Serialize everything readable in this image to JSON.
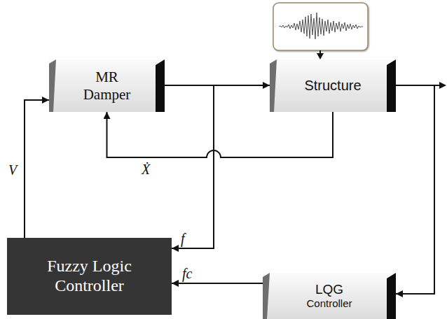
{
  "diagram": {
    "nodes": [
      {
        "text": [
          "MR Damper"
        ]
      },
      {
        "text": [
          "Structure"
        ]
      },
      {
        "text": [
          "Fuzzy Logic Controller"
        ]
      },
      {
        "text": [
          "LQG",
          "Controller"
        ]
      }
    ],
    "edges": [
      {
        "from": 0,
        "to": 1,
        "arrow": "to"
      },
      {
        "from": 1,
        "to": 0,
        "label": "Ẋ",
        "arrow": "to"
      },
      {
        "from": 0,
        "to": 2,
        "label": "f",
        "arrow": "to"
      },
      {
        "from": 1,
        "to": 3,
        "arrow": "to"
      },
      {
        "from": 3,
        "to": 2,
        "label": "fc",
        "arrow": "to"
      },
      {
        "from": 2,
        "to": 0,
        "label": "V",
        "arrow": "to"
      }
    ]
  }
}
